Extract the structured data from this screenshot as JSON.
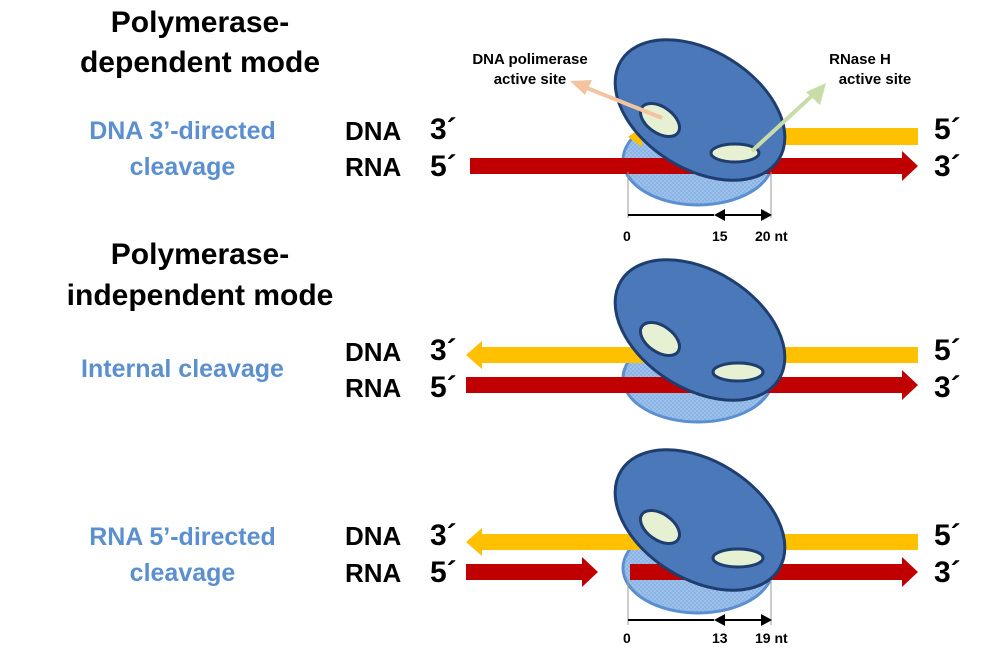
{
  "headings": {
    "dependent_line1": "Polymerase-",
    "dependent_line2": "dependent mode",
    "independent_line1": "Polymerase-",
    "independent_line2": "independent mode"
  },
  "panels": [
    {
      "cleavage_line1": "DNA 3’-directed",
      "cleavage_line2": "cleavage",
      "dna_label": "DNA",
      "rna_label": "RNA",
      "dna_left": "3´",
      "dna_right": "5´",
      "rna_left": "5´",
      "rna_right": "3´",
      "ticks": [
        "0",
        "15",
        "20 nt"
      ]
    },
    {
      "cleavage_line1": "Internal cleavage",
      "dna_label": "DNA",
      "rna_label": "RNA",
      "dna_left": "3´",
      "dna_right": "5´",
      "rna_left": "5´",
      "rna_right": "3´"
    },
    {
      "cleavage_line1": "RNA 5’-directed",
      "cleavage_line2": "cleavage",
      "dna_label": "DNA",
      "rna_label": "RNA",
      "dna_left": "3´",
      "dna_right": "5´",
      "rna_left": "5´",
      "rna_right": "3´",
      "ticks": [
        "0",
        "13",
        "19 nt"
      ]
    }
  ],
  "annotations": {
    "pol_site_line1": "DNA polimerase",
    "pol_site_line2": "active site",
    "rnase_site_line1": "RNase H",
    "rnase_site_line2": "active site"
  },
  "colors": {
    "dna_strand": "#ffc000",
    "rna_strand": "#c00000",
    "enzyme_body": "#4a78b8",
    "enzyme_shadow": "#6e9fd8",
    "active_site": "#e6f0d2",
    "pol_pointer": "#f4c4a0",
    "rnase_pointer": "#c8dca8",
    "cleavage_label": "#5b8fd0"
  }
}
